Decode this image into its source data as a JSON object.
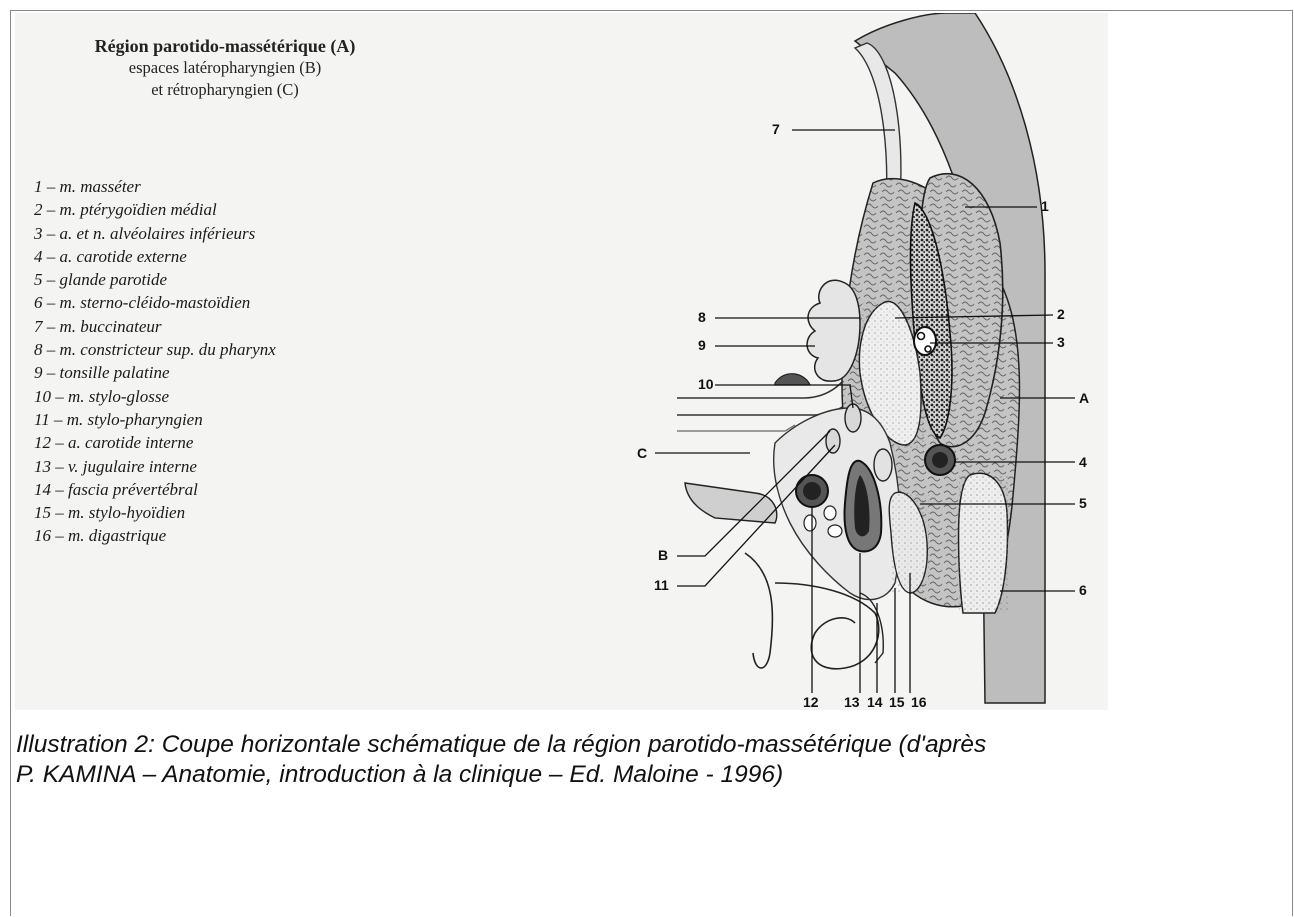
{
  "figure": {
    "title": "Région parotido-massétérique (A)",
    "subtitle_line1": "espaces latéropharyngien (B)",
    "subtitle_line2": "et rétropharyngien (C)",
    "legend": [
      "1 – m. masséter",
      "2 – m. ptérygoïdien médial",
      "3 – a. et n. alvéolaires inférieurs",
      "4 – a. carotide externe",
      "5 – glande parotide",
      "6 – m. sterno-cléido-mastoïdien",
      "7 – m. buccinateur",
      "8 – m. constricteur sup. du pharynx",
      "9 – tonsille palatine",
      "10 – m. stylo-glosse",
      "11 – m. stylo-pharyngien",
      "12 – a. carotide interne",
      "13 – v. jugulaire interne",
      "14 – fascia prévertébral",
      "15 – m. stylo-hyoïdien",
      "16 – m. digastrique"
    ],
    "labels": {
      "n1": "1",
      "n2": "2",
      "n3": "3",
      "n4": "4",
      "n5": "5",
      "n6": "6",
      "n7": "7",
      "n8": "8",
      "n9": "9",
      "n10": "10",
      "n11": "11",
      "n12": "12",
      "n13": "13",
      "n14": "14",
      "n15": "15",
      "n16": "16",
      "A": "A",
      "B": "B",
      "C": "C"
    }
  },
  "caption": {
    "line1": "Illustration 2: Coupe horizontale schématique de la région parotido-massétérique (d'après",
    "line2": "P. KAMINA – Anatomie, introduction à la clinique – Ed. Maloine - 1996)"
  }
}
